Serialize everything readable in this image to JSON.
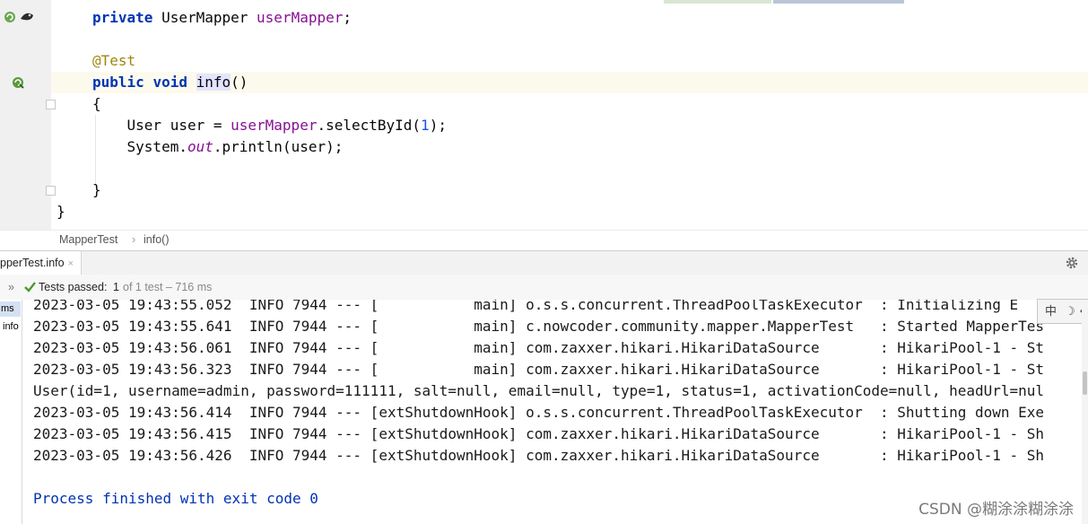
{
  "editor": {
    "lines": [
      {
        "id": "field-decl",
        "segments": [
          [
            "kw",
            "private"
          ],
          [
            "plain",
            " UserMapper "
          ],
          [
            "field",
            "userMapper"
          ],
          [
            "plain",
            ";"
          ]
        ]
      },
      {
        "id": "blank-1",
        "segments": []
      },
      {
        "id": "annotation",
        "segments": [
          [
            "ann",
            "@Test"
          ]
        ]
      },
      {
        "id": "method-sig",
        "segments": [
          [
            "kw",
            "public"
          ],
          [
            "plain",
            " "
          ],
          [
            "kw",
            "void"
          ],
          [
            "plain",
            " "
          ],
          [
            "hl-method",
            "info"
          ],
          [
            "plain",
            "()"
          ]
        ]
      },
      {
        "id": "open-brace",
        "segments": [
          [
            "plain",
            "{"
          ]
        ]
      },
      {
        "id": "select-call",
        "segments": [
          [
            "plain",
            "    User user = "
          ],
          [
            "field",
            "userMapper"
          ],
          [
            "plain",
            ".selectById("
          ],
          [
            "num",
            "1"
          ],
          [
            "plain",
            ");"
          ]
        ]
      },
      {
        "id": "print-call",
        "segments": [
          [
            "plain",
            "    System."
          ],
          [
            "static",
            "out"
          ],
          [
            "plain",
            ".println(user);"
          ]
        ]
      },
      {
        "id": "blank-2",
        "segments": []
      },
      {
        "id": "close-brace",
        "segments": [
          [
            "plain",
            "}"
          ]
        ]
      },
      {
        "id": "class-close",
        "segments": [
          [
            "plain",
            "}"
          ]
        ]
      }
    ]
  },
  "breadcrumb": {
    "class_name": "MapperTest",
    "separator": "›",
    "method_name": "info()"
  },
  "run_window": {
    "tab_label": "pperTest.info",
    "tab_close": "×",
    "status": {
      "chevrons": "»",
      "passed_label": "Tests passed:",
      "passed_count": "1",
      "detail": "of 1 test – 716 ms"
    },
    "tree": {
      "duration_fragment": "ms",
      "item_fragment": "info"
    }
  },
  "console": {
    "lines": [
      "2023-03-05 19:43:55.052  INFO 7944 --- [           main] o.s.s.concurrent.ThreadPoolTaskExecutor  : Initializing E",
      "2023-03-05 19:43:55.641  INFO 7944 --- [           main] c.nowcoder.community.mapper.MapperTest   : Started MapperTes",
      "2023-03-05 19:43:56.061  INFO 7944 --- [           main] com.zaxxer.hikari.HikariDataSource       : HikariPool-1 - St",
      "2023-03-05 19:43:56.323  INFO 7944 --- [           main] com.zaxxer.hikari.HikariDataSource       : HikariPool-1 - St",
      "User(id=1, username=admin, password=111111, salt=null, email=null, type=1, status=1, activationCode=null, headUrl=nul",
      "2023-03-05 19:43:56.414  INFO 7944 --- [extShutdownHook] o.s.s.concurrent.ThreadPoolTaskExecutor  : Shutting down Exe",
      "2023-03-05 19:43:56.415  INFO 7944 --- [extShutdownHook] com.zaxxer.hikari.HikariDataSource       : HikariPool-1 - Sh",
      "2023-03-05 19:43:56.426  INFO 7944 --- [extShutdownHook] com.zaxxer.hikari.HikariDataSource       : HikariPool-1 - Sh"
    ],
    "exit_message": "Process finished with exit code 0"
  },
  "ime_toolbar": {
    "lang": "中",
    "moon": "☽",
    "dots": "•,"
  },
  "watermark": "CSDN @糊涂涂糊涂涂",
  "icons": {
    "gutter_run_class": "run-class-icon",
    "gutter_run_test": "run-test-icon",
    "settings": "gear-icon",
    "passed": "check-icon"
  },
  "colors": {
    "keyword": "#0033b3",
    "field": "#871094",
    "annotation": "#9e880d",
    "number": "#1750eb",
    "pass_green": "#4c9a2a"
  }
}
